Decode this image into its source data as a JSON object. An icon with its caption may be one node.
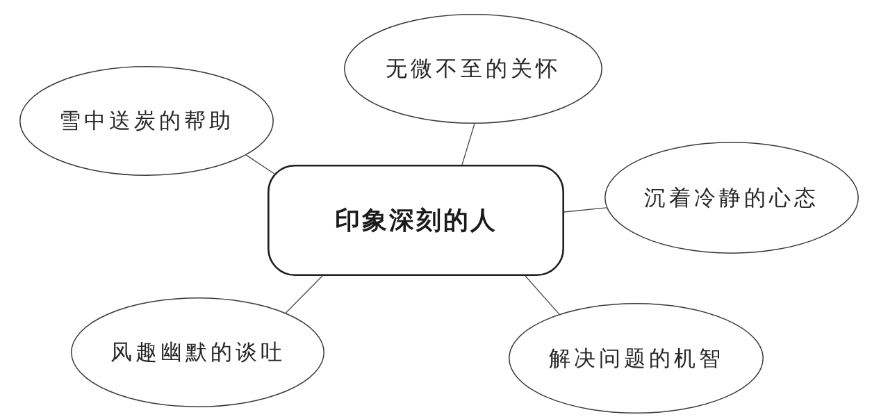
{
  "diagram": {
    "nodes": [
      {
        "text": [
          "印象深刻的人"
        ]
      },
      {
        "text": [
          "无微不至的关怀"
        ]
      },
      {
        "text": [
          "雪中送炭的帮助"
        ]
      },
      {
        "text": [
          "沉着冷静的心态"
        ]
      },
      {
        "text": [
          "风趣幽默的谈吐"
        ]
      },
      {
        "text": [
          "解决问题的机智"
        ]
      }
    ],
    "edges": [
      {
        "from": 0,
        "to": 1,
        "arrow": "none"
      },
      {
        "from": 0,
        "to": 2,
        "arrow": "none"
      },
      {
        "from": 0,
        "to": 3,
        "arrow": "none"
      },
      {
        "from": 0,
        "to": 4,
        "arrow": "none"
      },
      {
        "from": 0,
        "to": 5,
        "arrow": "none"
      }
    ]
  }
}
